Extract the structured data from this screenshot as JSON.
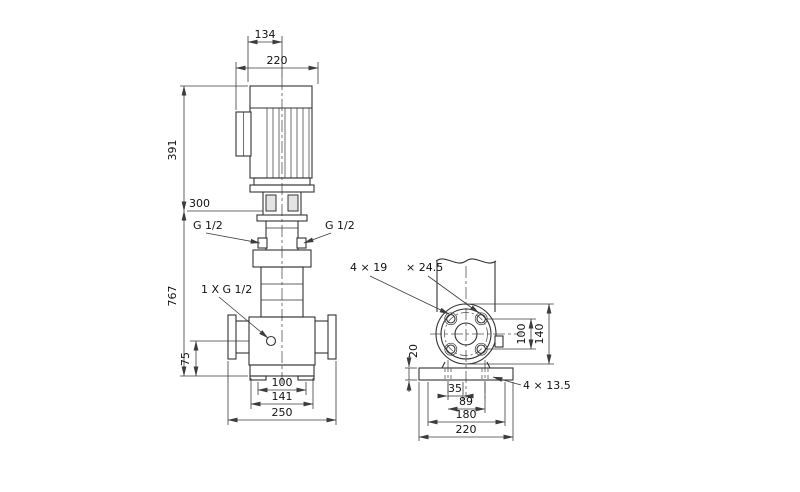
{
  "colors": {
    "background": "#ffffff",
    "object_lines": "#333333",
    "dimension_lines": "#3c3c3c",
    "text": "#111111"
  },
  "drawing": {
    "front_view": {
      "dim_motor_top_width": "134",
      "dim_motor_width": "220",
      "dim_motor_height": "391",
      "dim_clearance": "300",
      "dim_total_height": "767",
      "dim_port_height": "75",
      "label_port_left": "G 1/2",
      "label_port_right": "G 1/2",
      "label_drain_port": "1 X G 1/2",
      "dim_foot_hole_spacing": "100",
      "dim_base_width": "141",
      "dim_port_to_port": "250"
    },
    "side_view": {
      "label_flange_holes": "4 × 19",
      "label_flange_counterbore": "× 24.5",
      "dim_bolt_circle": "100",
      "dim_flange_od": "140",
      "dim_base_thickness": "20",
      "label_base_holes": "4 × 13.5",
      "dim_hole_offset": "35",
      "dim_hole_spacing": "89",
      "dim_base_hole_length": "180",
      "dim_base_length": "220"
    }
  }
}
